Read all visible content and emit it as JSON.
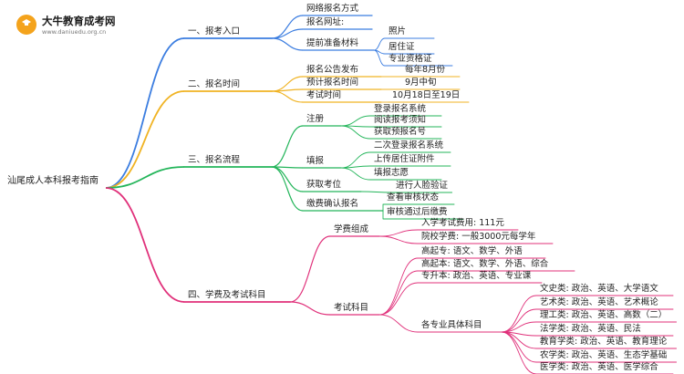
{
  "brand": {
    "name": "大牛教育成考网",
    "url": "www.daniuedu.org.cn"
  },
  "mindmap": {
    "root": "汕尾成人本科报考指南",
    "branches": [
      {
        "label": "一、报考入口",
        "color": "#3b7de0",
        "children": [
          {
            "label": "网络报名方式",
            "children": []
          },
          {
            "label": "报名网址:",
            "children": []
          },
          {
            "label": "提前准备材料",
            "children": [
              {
                "label": "照片",
                "children": []
              },
              {
                "label": "居住证",
                "children": []
              },
              {
                "label": "专业资格证",
                "children": []
              }
            ]
          }
        ]
      },
      {
        "label": "二、报名时间",
        "color": "#f0b323",
        "children": [
          {
            "label": "报名公告发布",
            "children": [
              {
                "label": "每年8月份",
                "children": []
              }
            ]
          },
          {
            "label": "预计报名时间",
            "children": [
              {
                "label": "9月中旬",
                "children": []
              }
            ]
          },
          {
            "label": "考试时间",
            "children": [
              {
                "label": "10月18日至19日",
                "children": []
              }
            ]
          }
        ]
      },
      {
        "label": "三、报名流程",
        "color": "#23b55a",
        "children": [
          {
            "label": "注册",
            "children": [
              {
                "label": "登录报名系统",
                "children": []
              },
              {
                "label": "阅读报考须知",
                "children": []
              },
              {
                "label": "获取预报名号",
                "children": []
              }
            ]
          },
          {
            "label": "填报",
            "children": [
              {
                "label": "二次登录报名系统",
                "children": []
              },
              {
                "label": "上传居住证附件",
                "children": []
              },
              {
                "label": "填报志愿",
                "children": []
              }
            ]
          },
          {
            "label": "获取考位",
            "children": [
              {
                "label": "进行人脸验证",
                "children": []
              }
            ]
          },
          {
            "label": "缴费确认报名",
            "children": [
              {
                "label": "查看审核状态",
                "children": []
              },
              {
                "label": "审核通过后缴费",
                "children": []
              }
            ]
          }
        ]
      },
      {
        "label": "四、学费及考试科目",
        "color": "#e0307a",
        "children": [
          {
            "label": "学费组成",
            "children": [
              {
                "label": "入学考试费用: 111元",
                "children": []
              },
              {
                "label": "院校学费: 一般3000元每学年",
                "children": []
              }
            ]
          },
          {
            "label": "考试科目",
            "children": [
              {
                "label": "高起专: 语文、数学、外语",
                "children": []
              },
              {
                "label": "高起本: 语文、数学、外语、综合",
                "children": []
              },
              {
                "label": "专升本: 政治、英语、专业课",
                "children": []
              },
              {
                "label": "各专业具体科目",
                "children": [
                  {
                    "label": "文史类: 政治、英语、大学语文",
                    "children": []
                  },
                  {
                    "label": "艺术类: 政治、英语、艺术概论",
                    "children": []
                  },
                  {
                    "label": "理工类: 政治、英语、高数（二）",
                    "children": []
                  },
                  {
                    "label": "法学类: 政治、英语、民法",
                    "children": []
                  },
                  {
                    "label": "教育学类: 政治、英语、教育理论",
                    "children": []
                  },
                  {
                    "label": "农学类: 政治、英语、生态学基础",
                    "children": []
                  },
                  {
                    "label": "医学类: 政治、英语、医学综合",
                    "children": []
                  }
                ]
              }
            ]
          }
        ]
      }
    ]
  }
}
